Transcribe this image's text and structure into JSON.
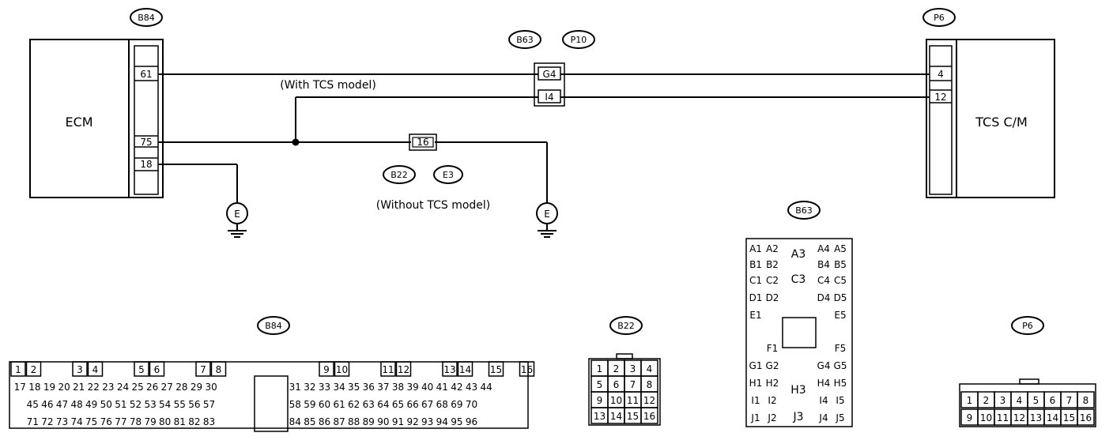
{
  "ecm": {
    "label": "ECM",
    "connector": "B84",
    "pins": [
      "61",
      "75",
      "18"
    ]
  },
  "tcs": {
    "label": "TCS C/M",
    "connector": "P6",
    "pins": [
      "4",
      "12"
    ]
  },
  "joint": {
    "connectors": [
      "B63",
      "P10"
    ],
    "pins": [
      "G4",
      "I4"
    ]
  },
  "without_joint": {
    "connectors": [
      "B22",
      "E3"
    ],
    "pin": "16"
  },
  "notes": {
    "with_tcs": "(With TCS model)",
    "without_tcs": "(Without TCS model)"
  },
  "ground": {
    "label": "E"
  },
  "connector_views": {
    "b84": {
      "label": "B84",
      "row1": [
        "1",
        "2",
        "3",
        "4",
        "5",
        "6",
        "7",
        "8",
        "9",
        "10",
        "11",
        "12",
        "13",
        "14",
        "15",
        "16"
      ],
      "row2": [
        "17",
        "18",
        "19",
        "20",
        "21",
        "22",
        "23",
        "24",
        "25",
        "26",
        "27",
        "28",
        "29",
        "30",
        "31",
        "32",
        "33",
        "34",
        "35",
        "36",
        "37",
        "38",
        "39",
        "40",
        "41",
        "42",
        "43",
        "44"
      ],
      "row3": [
        "45",
        "46",
        "47",
        "48",
        "49",
        "50",
        "51",
        "52",
        "53",
        "54",
        "55",
        "56",
        "57",
        "58",
        "59",
        "60",
        "61",
        "62",
        "63",
        "64",
        "65",
        "66",
        "67",
        "68",
        "69",
        "70"
      ],
      "row4": [
        "71",
        "72",
        "73",
        "74",
        "75",
        "76",
        "77",
        "78",
        "79",
        "80",
        "81",
        "82",
        "83",
        "84",
        "85",
        "86",
        "87",
        "88",
        "89",
        "90",
        "91",
        "92",
        "93",
        "94",
        "95",
        "96"
      ]
    },
    "b22": {
      "label": "B22",
      "rows": [
        [
          "1",
          "2",
          "3",
          "4"
        ],
        [
          "5",
          "6",
          "7",
          "8"
        ],
        [
          "9",
          "10",
          "11",
          "12"
        ],
        [
          "13",
          "14",
          "15",
          "16"
        ]
      ]
    },
    "b63": {
      "label": "B63",
      "left": [
        "A1",
        "A2",
        "B1",
        "B2",
        "C1",
        "C2",
        "D1",
        "D2",
        "E1",
        "F1",
        "G1",
        "G2",
        "H1",
        "H2",
        "I1",
        "I2",
        "J1",
        "J2"
      ],
      "center": [
        "A3",
        "C3",
        "H3",
        "J3"
      ],
      "right": [
        "A4",
        "A5",
        "B4",
        "B5",
        "C4",
        "C5",
        "D4",
        "D5",
        "E5",
        "F5",
        "G4",
        "G5",
        "H4",
        "H5",
        "I4",
        "I5",
        "J4",
        "J5"
      ]
    },
    "p6": {
      "label": "P6",
      "row1": [
        "1",
        "2",
        "3",
        "4",
        "5",
        "6",
        "7",
        "8"
      ],
      "row2": [
        "9",
        "10",
        "11",
        "12",
        "13",
        "14",
        "15",
        "16"
      ]
    }
  }
}
